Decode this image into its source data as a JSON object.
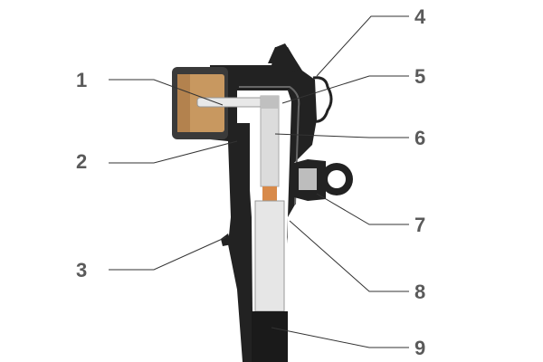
{
  "callouts": [
    "1",
    "2",
    "3",
    "4",
    "5",
    "6",
    "7",
    "8",
    "9"
  ],
  "colors": {
    "body": "#222222",
    "interior": "#ffffff",
    "insert": "#c89860",
    "contact": "#dcdcdc",
    "conductor_tip": "#d88a4a",
    "cable": "#1a1a1a",
    "label": "#5a5a5a",
    "leader": "#333333"
  }
}
